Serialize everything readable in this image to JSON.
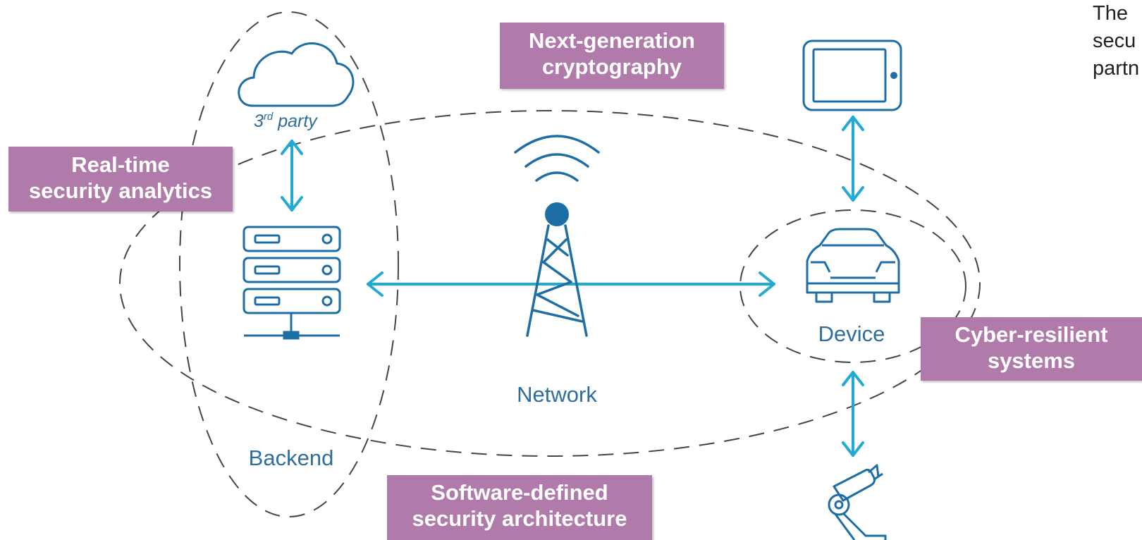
{
  "colors": {
    "icon": "#1e6ea6",
    "arrow": "#22aad6",
    "boundary": "#444444",
    "callout_bg": "#b07aaa",
    "callout_text": "#ffffff",
    "label": "#2e6e9e"
  },
  "zones": {
    "backend": "Backend",
    "network": "Network",
    "device": "Device"
  },
  "third_party": {
    "number": "3",
    "suffix": "rd",
    "word": " party"
  },
  "callouts": {
    "next_gen_crypto": [
      "Next-generation",
      "cryptography"
    ],
    "realtime_analytics": [
      "Real-time",
      "security analytics"
    ],
    "cyber_resilient": [
      "Cyber-resilient",
      "systems"
    ],
    "software_defined": [
      "Software-defined",
      "security architecture"
    ]
  },
  "side_text": [
    "The",
    "secu",
    "partn"
  ],
  "icons": [
    "cloud-icon",
    "server-rack-icon",
    "cell-tower-icon",
    "tablet-icon",
    "car-icon",
    "robot-arm-icon"
  ]
}
